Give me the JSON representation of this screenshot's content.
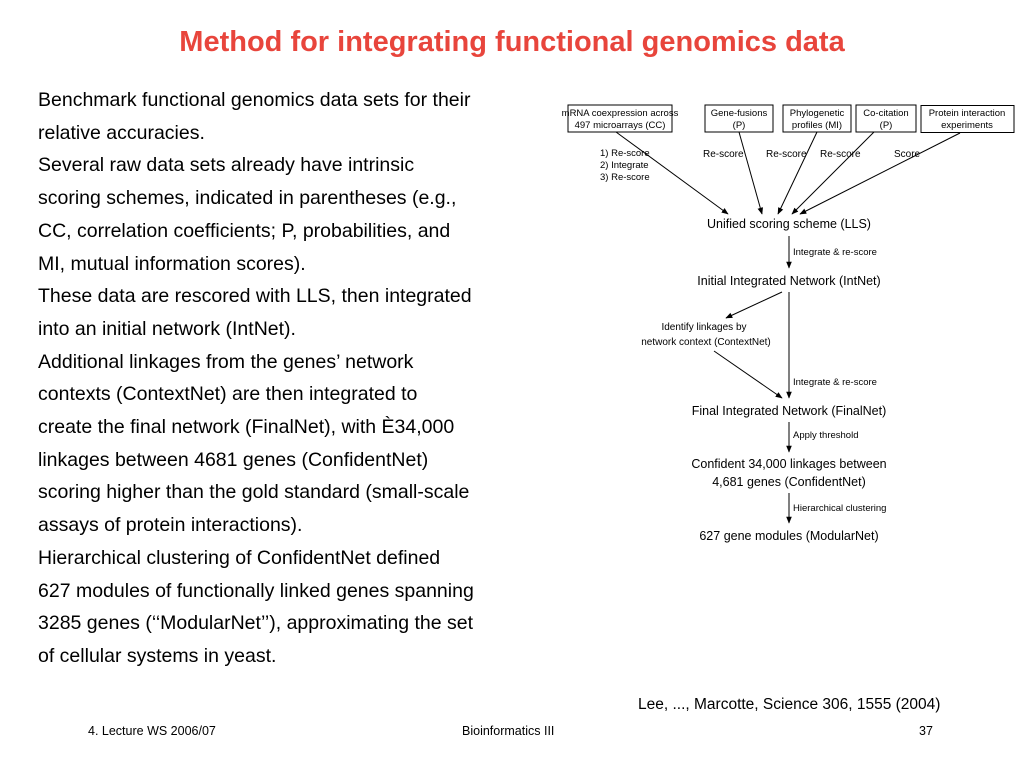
{
  "title": "Method for integrating functional genomics data",
  "body_lines": [
    "Benchmark functional genomics data sets for their",
    "relative accuracies.",
    "Several raw data sets already have intrinsic",
    "scoring schemes, indicated in parentheses (e.g.,",
    "CC, correlation coefficients; P, probabilities, and",
    "MI, mutual information scores).",
    "These data are rescored with LLS, then integrated",
    "into an initial network (IntNet).",
    "Additional linkages from the genes’ network",
    "contexts (ContextNet) are then integrated to",
    "create the final network (FinalNet), with È34,000",
    "linkages between 4681 genes (ConfidentNet)",
    "scoring higher than the gold standard (small-scale",
    "assays of protein interactions).",
    "Hierarchical clustering of ConfidentNet defined",
    "627 modules of functionally linked genes spanning",
    "3285 genes (‘‘ModularNet’’), approximating the set",
    "of cellular systems in yeast."
  ],
  "diagram": {
    "sources": [
      [
        "mRNA coexpression across",
        "497 microarrays (CC)"
      ],
      [
        "Gene-fusions",
        "(P)"
      ],
      [
        "Phylogenetic",
        "profiles (MI)"
      ],
      [
        "Co-citation",
        "(P)"
      ],
      [
        "Protein interaction",
        "experiments"
      ]
    ],
    "source_steps": [
      "1) Re-score",
      "2) Integrate",
      "3) Re-score"
    ],
    "edge_labels": [
      "Re-score",
      "Re-score",
      "Re-score",
      "Score"
    ],
    "unified": "Unified scoring scheme (LLS)",
    "integrate1": "Integrate & re-score",
    "intnet": "Initial Integrated Network (IntNet)",
    "context": [
      "Identify linkages by",
      "network context (ContextNet)"
    ],
    "integrate2": "Integrate & re-score",
    "finalnet": "Final Integrated Network (FinalNet)",
    "threshold": "Apply threshold",
    "confident": [
      "Confident 34,000 linkages between",
      "4,681 genes (ConfidentNet)"
    ],
    "clustering": "Hierarchical clustering",
    "modular": "627 gene modules (ModularNet)"
  },
  "citation": "Lee, ..., Marcotte, Science 306, 1555 (2004)",
  "footer": {
    "left": "4. Lecture WS 2006/07",
    "center": "Bioinformatics III",
    "right": "37"
  }
}
